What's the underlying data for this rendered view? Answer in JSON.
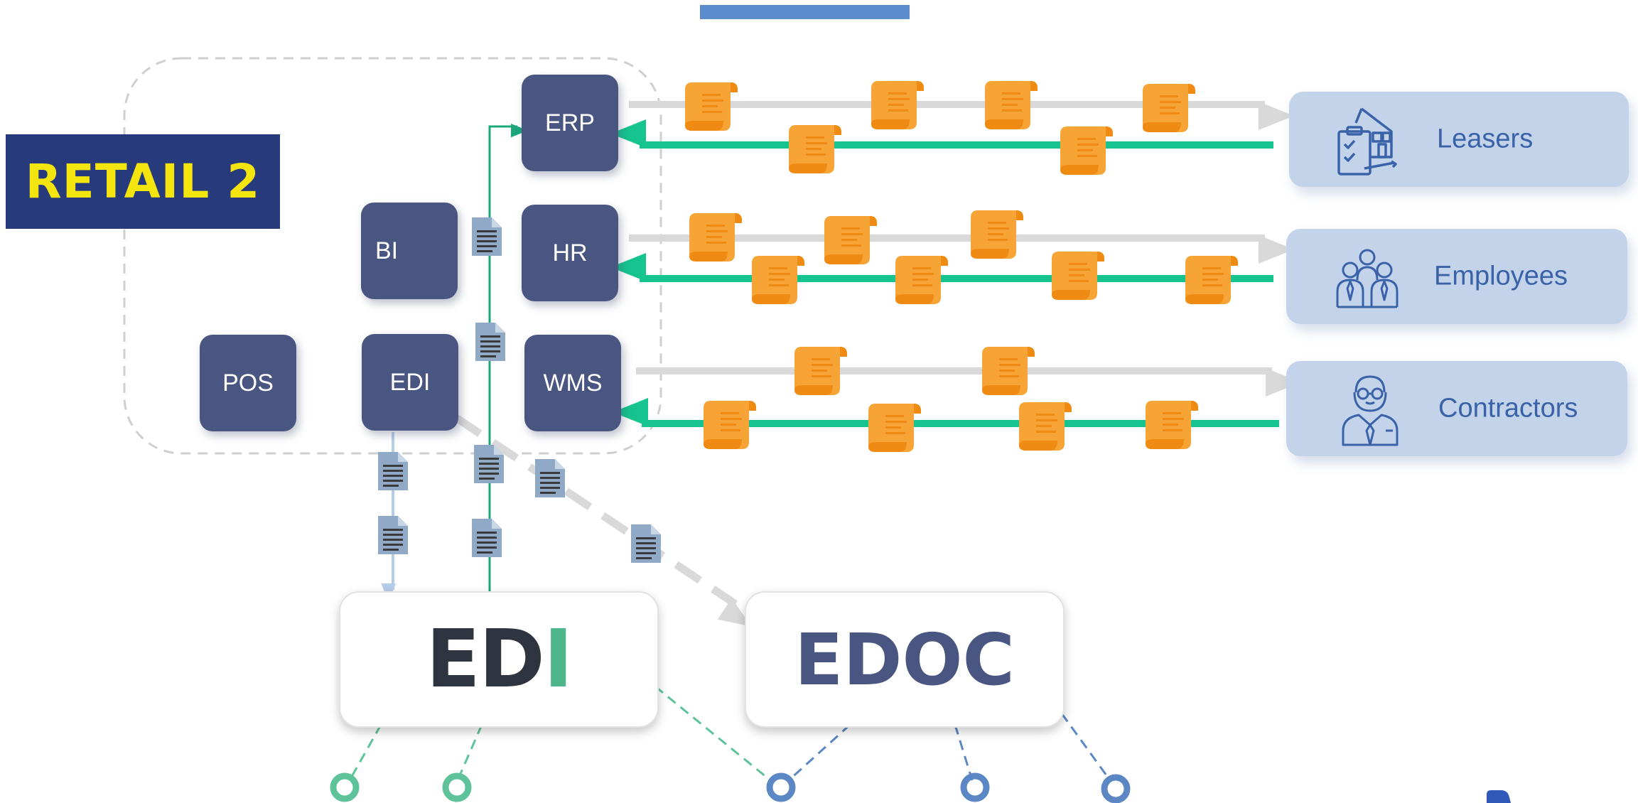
{
  "badge": {
    "text": "RETAIL 2"
  },
  "nodes": {
    "erp": "ERP",
    "hr": "HR",
    "bi": "BI",
    "pos": "POS",
    "edi": "EDI",
    "wms": "WMS"
  },
  "parties": {
    "leasers": "Leasers",
    "employees": "Employees",
    "contractors": "Contractors"
  },
  "platforms": {
    "edi_main": "ED",
    "edi_accent": "I",
    "edoc": "EDOC"
  },
  "colors": {
    "node": "#4a5682",
    "party": "#c3d4ea",
    "incoming_arrow": "#15c48e",
    "outgoing_arrow": "#d9d9d9",
    "scroll": "#f7a436",
    "doc": "#8fa9c6",
    "badge_bg": "#273a7b",
    "badge_text": "#f5e50f"
  },
  "icons": {
    "leasers": "building-contract-icon",
    "employees": "team-icon",
    "contractors": "contractor-person-icon",
    "document": "document-icon",
    "scroll": "scroll-document-icon"
  }
}
